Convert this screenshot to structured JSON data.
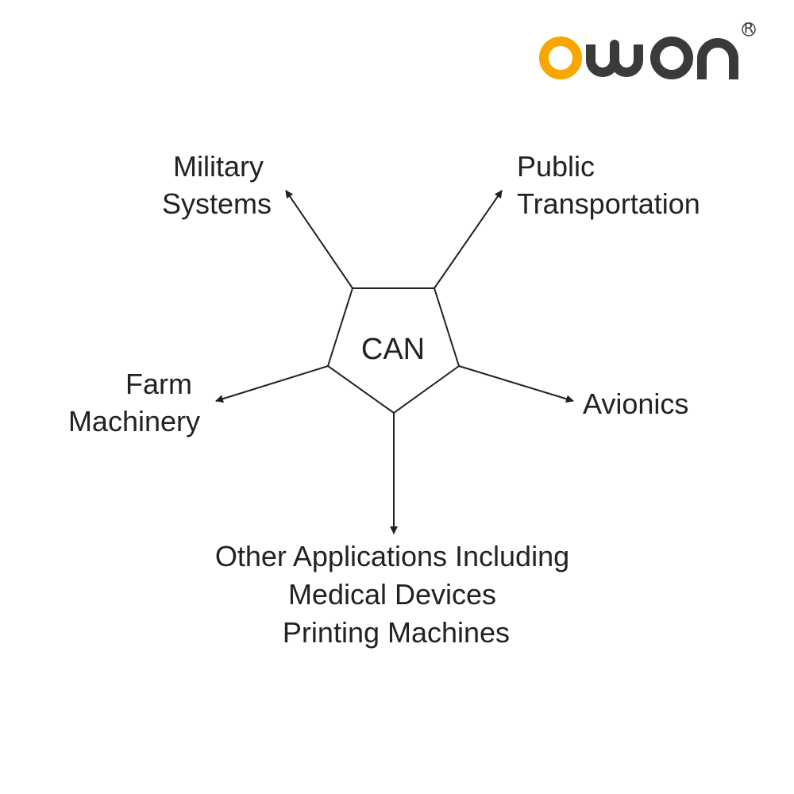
{
  "logo": {
    "brand_text": "OWON",
    "registered_mark": "®",
    "primary_color": "#f7a800",
    "secondary_color": "#3a3a3a"
  },
  "diagram": {
    "center_label": "CAN",
    "stroke_color": "#222222",
    "nodes": {
      "military": {
        "lines": [
          "Military",
          "Systems"
        ]
      },
      "public_transport": {
        "lines": [
          "Public",
          "Transportation"
        ]
      },
      "farm": {
        "lines": [
          "Farm",
          "Machinery"
        ]
      },
      "avionics": {
        "lines": [
          "Avionics"
        ]
      },
      "other": {
        "lines": [
          "Other Applications Including",
          "Medical Devices",
          "Printing Machines"
        ]
      }
    }
  }
}
